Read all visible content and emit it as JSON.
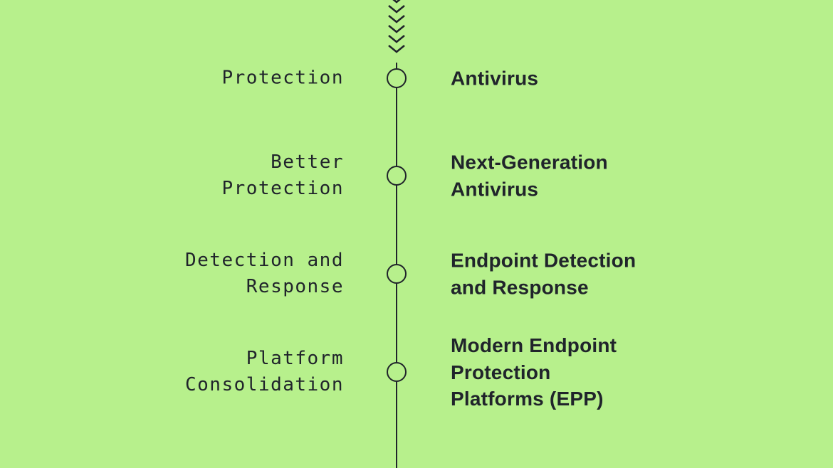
{
  "colors": {
    "background": "#b7f08c",
    "ink": "#20242b"
  },
  "timeline": {
    "direction": "top-to-bottom",
    "rows": [
      {
        "left": "Protection",
        "right": "Antivirus"
      },
      {
        "left": "Better\nProtection",
        "right": "Next-Generation\nAntivirus"
      },
      {
        "left": "Detection and\nResponse",
        "right": "Endpoint Detection\nand Response"
      },
      {
        "left": "Platform\nConsolidation",
        "right": "Modern Endpoint\nProtection\nPlatforms (EPP)"
      }
    ]
  }
}
